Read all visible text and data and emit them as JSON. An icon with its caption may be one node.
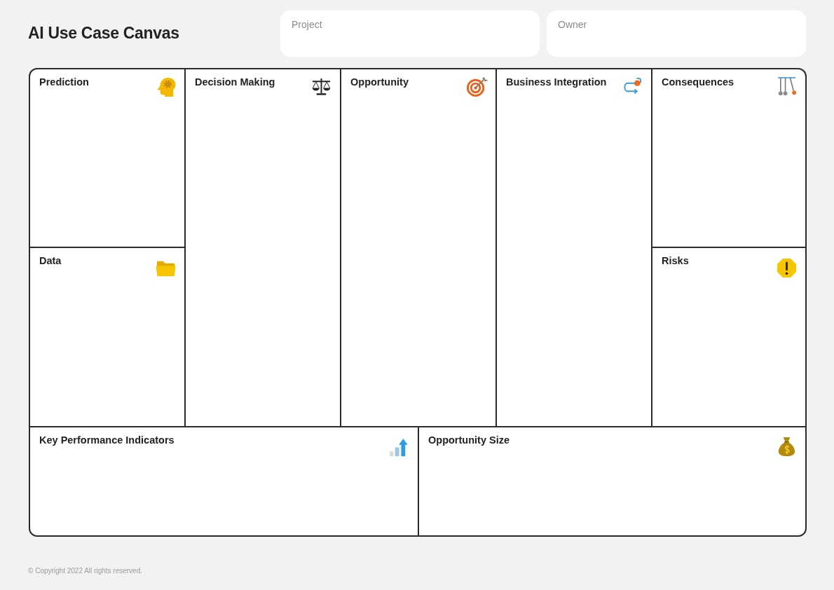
{
  "diagram": {
    "title": "AI Use Case Canvas",
    "nodes": [
      {
        "text": [
          "Project"
        ]
      },
      {
        "text": [
          "Owner"
        ]
      },
      {
        "text": [
          "Prediction"
        ]
      },
      {
        "text": [
          "Decision Making"
        ]
      },
      {
        "text": [
          "Opportunity"
        ]
      },
      {
        "text": [
          "Business Integration"
        ]
      },
      {
        "text": [
          "Consequences"
        ]
      },
      {
        "text": [
          "Data"
        ]
      },
      {
        "text": [
          "Risks"
        ]
      },
      {
        "text": [
          "Key Performance Indicators"
        ]
      },
      {
        "text": [
          "Opportunity Size"
        ]
      }
    ],
    "labels": [
      "© Copyright 2022 All rights reserved."
    ]
  }
}
